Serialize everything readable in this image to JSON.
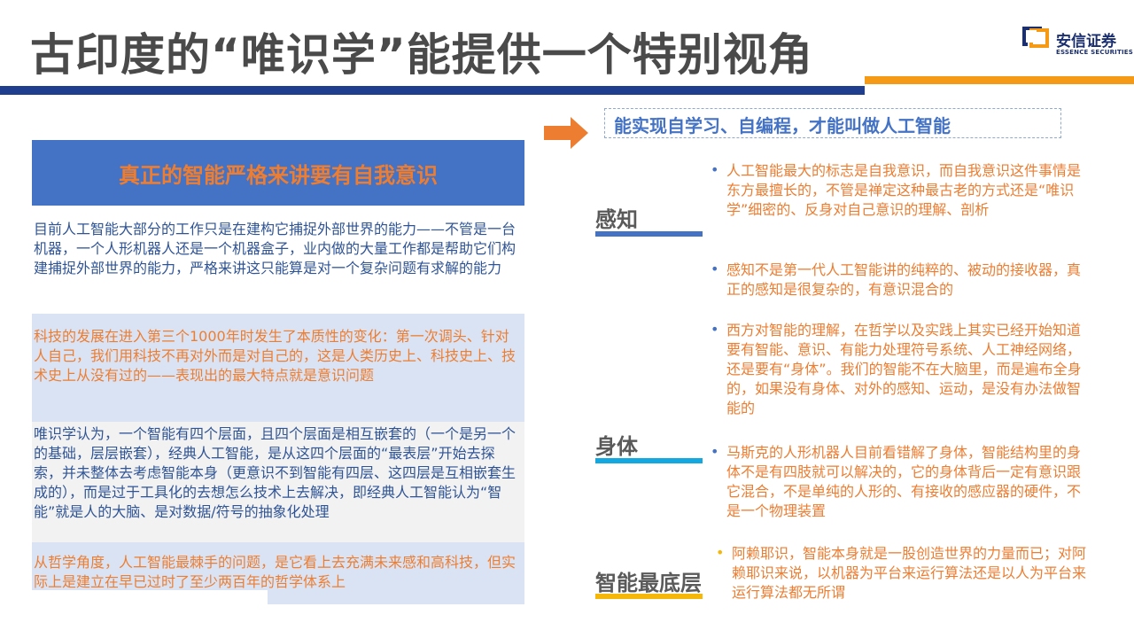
{
  "title": "古印度的“唯识学”能提供一个特别视角",
  "logo": {
    "name_cn": "安信证券",
    "name_en": "ESSENCE SECURITIES"
  },
  "left_box": {
    "header": "真正的智能严格来讲要有自我意识",
    "paragraphs": [
      "目前人工智能大部分的工作只是在建构它捕捉外部世界的能力——不管是一台机器，一个人形机器人还是一个机器盒子，业内做的大量工作都是帮助它们构建捕捉外部世界的能力，严格来讲这只能算是对一个复杂问题有求解的能力",
      "科技的发展在进入第三个1000年时发生了本质性的变化：第一次调头、针对人自己，我们用科技不再对外而是对自己的，这是人类历史上、科技史上、技术史上从没有过的——表现出的最大特点就是意识问题",
      "唯识学认为，一个智能有四个层面，且四个层面是相互嵌套的（一个是另一个的基础，层层嵌套），经典人工智能，是从这四个层面的“最表层”开始去探索，并未整体去考虑智能本身（更意识不到智能有四层、这四层是互相嵌套生成的），而是过于工具化的去想怎么技术上去解决，即经典人工智能认为“智能”就是人的大脑、是对数据/符号的抽象化处理",
      "从哲学角度，人工智能最棘手的问题，是它看上去充满未来感和高科技，但实际上是建立在早已过时了至少两百年的哲学体系上"
    ]
  },
  "callout": "能实现自学习、自编程，才能叫做人工智能",
  "categories": [
    {
      "label": "感知",
      "color": "#4472c4"
    },
    {
      "label": "身体",
      "color": "#13a8e0"
    },
    {
      "label": "智能最底层",
      "color": "#f5b80a"
    }
  ],
  "bullets": [
    "人工智能最大的标志是自我意识，而自我意识这件事情是东方最擅长的，不管是禅定这种最古老的方式还是“唯识学”细密的、反身对自己意识的理解、剖析",
    "感知不是第一代人工智能讲的纯粹的、被动的接收器，真正的感知是很复杂的，有意识混合的",
    "西方对智能的理解，在哲学以及实践上其实已经开始知道要有智能、意识、有能力处理符号系统、人工神经网络，还是要有“身体”。我们的智能不在大脑里，而是遍布全身的，如果没有身体、对外的感知、运动，是没有办法做智能的",
    "马斯克的人形机器人目前看错解了身体，智能结构里的身体不是有四肢就可以解决的，它的身体背后一定有意识跟它混合，不是单纯的人形的、有接收的感应器的硬件，不是一个物理装置",
    "阿赖耶识，智能本身就是一股创造世界的力量而已；对阿赖耶识来说，以机器为平台来运行算法还是以人为平台来运行算法都无所谓"
  ],
  "colors": {
    "header_bg": "#4472c4",
    "accent_orange": "#ed7d31",
    "text_blue": "#2f5496",
    "rule_blue": "#1f3e8e",
    "rule_orange": "#f59a17"
  }
}
